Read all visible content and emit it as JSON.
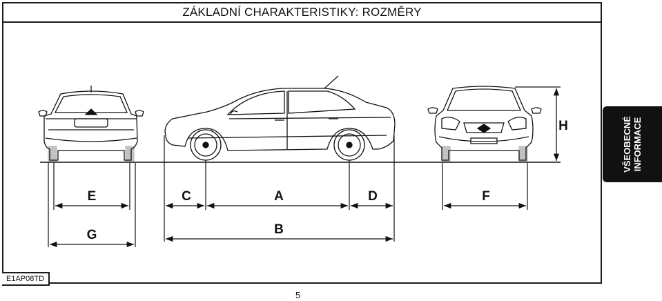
{
  "title": "ZÁKLADNÍ CHARAKTERISTIKY: ROZMĚRY",
  "figure_code": "E1AP08TD",
  "side_tab": {
    "line1": "VŠEOBECNÉ",
    "line2": "INFORMACE"
  },
  "page_number": "5",
  "dimension_labels": {
    "A": "A",
    "B": "B",
    "C": "C",
    "D": "D",
    "E": "E",
    "F": "F",
    "G": "G",
    "H": "H"
  }
}
